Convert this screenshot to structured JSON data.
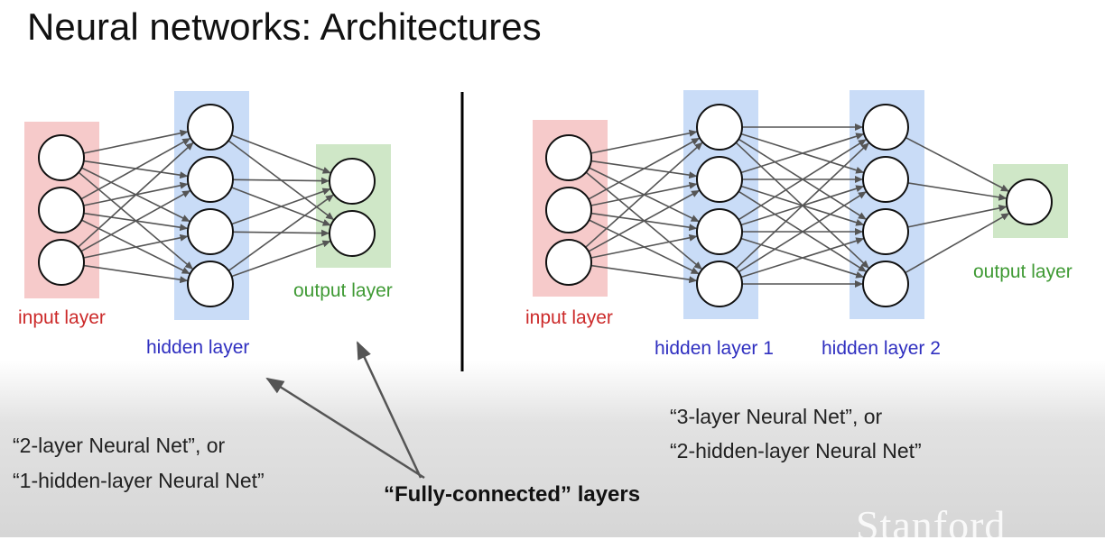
{
  "title": "Neural networks: Architectures",
  "colors": {
    "input_band": "#f6caca",
    "hidden_band": "#c9dcf7",
    "output_band": "#cfe7c7",
    "input_label": "#cc2a2a",
    "hidden_label": "#2f2fc0",
    "output_label": "#3f9a34",
    "edge": "#555555",
    "divider": "#000000"
  },
  "left_network": {
    "layers": [
      {
        "label": "input layer",
        "kind": "input",
        "neurons": 3
      },
      {
        "label": "hidden layer",
        "kind": "hidden",
        "neurons": 4
      },
      {
        "label": "output layer",
        "kind": "output",
        "neurons": 2
      }
    ],
    "caption_line1": "“2-layer Neural Net”, or",
    "caption_line2": "“1-hidden-layer Neural Net”"
  },
  "right_network": {
    "layers": [
      {
        "label": "input layer",
        "kind": "input",
        "neurons": 3
      },
      {
        "label": "hidden layer 1",
        "kind": "hidden",
        "neurons": 4
      },
      {
        "label": "hidden layer 2",
        "kind": "hidden",
        "neurons": 4
      },
      {
        "label": "output layer",
        "kind": "output",
        "neurons": 1
      }
    ],
    "caption_line1": "“3-layer Neural Net”, or",
    "caption_line2": "“2-hidden-layer Neural Net”"
  },
  "fully_connected_label": "“Fully-connected” layers",
  "watermark": "Stanford"
}
